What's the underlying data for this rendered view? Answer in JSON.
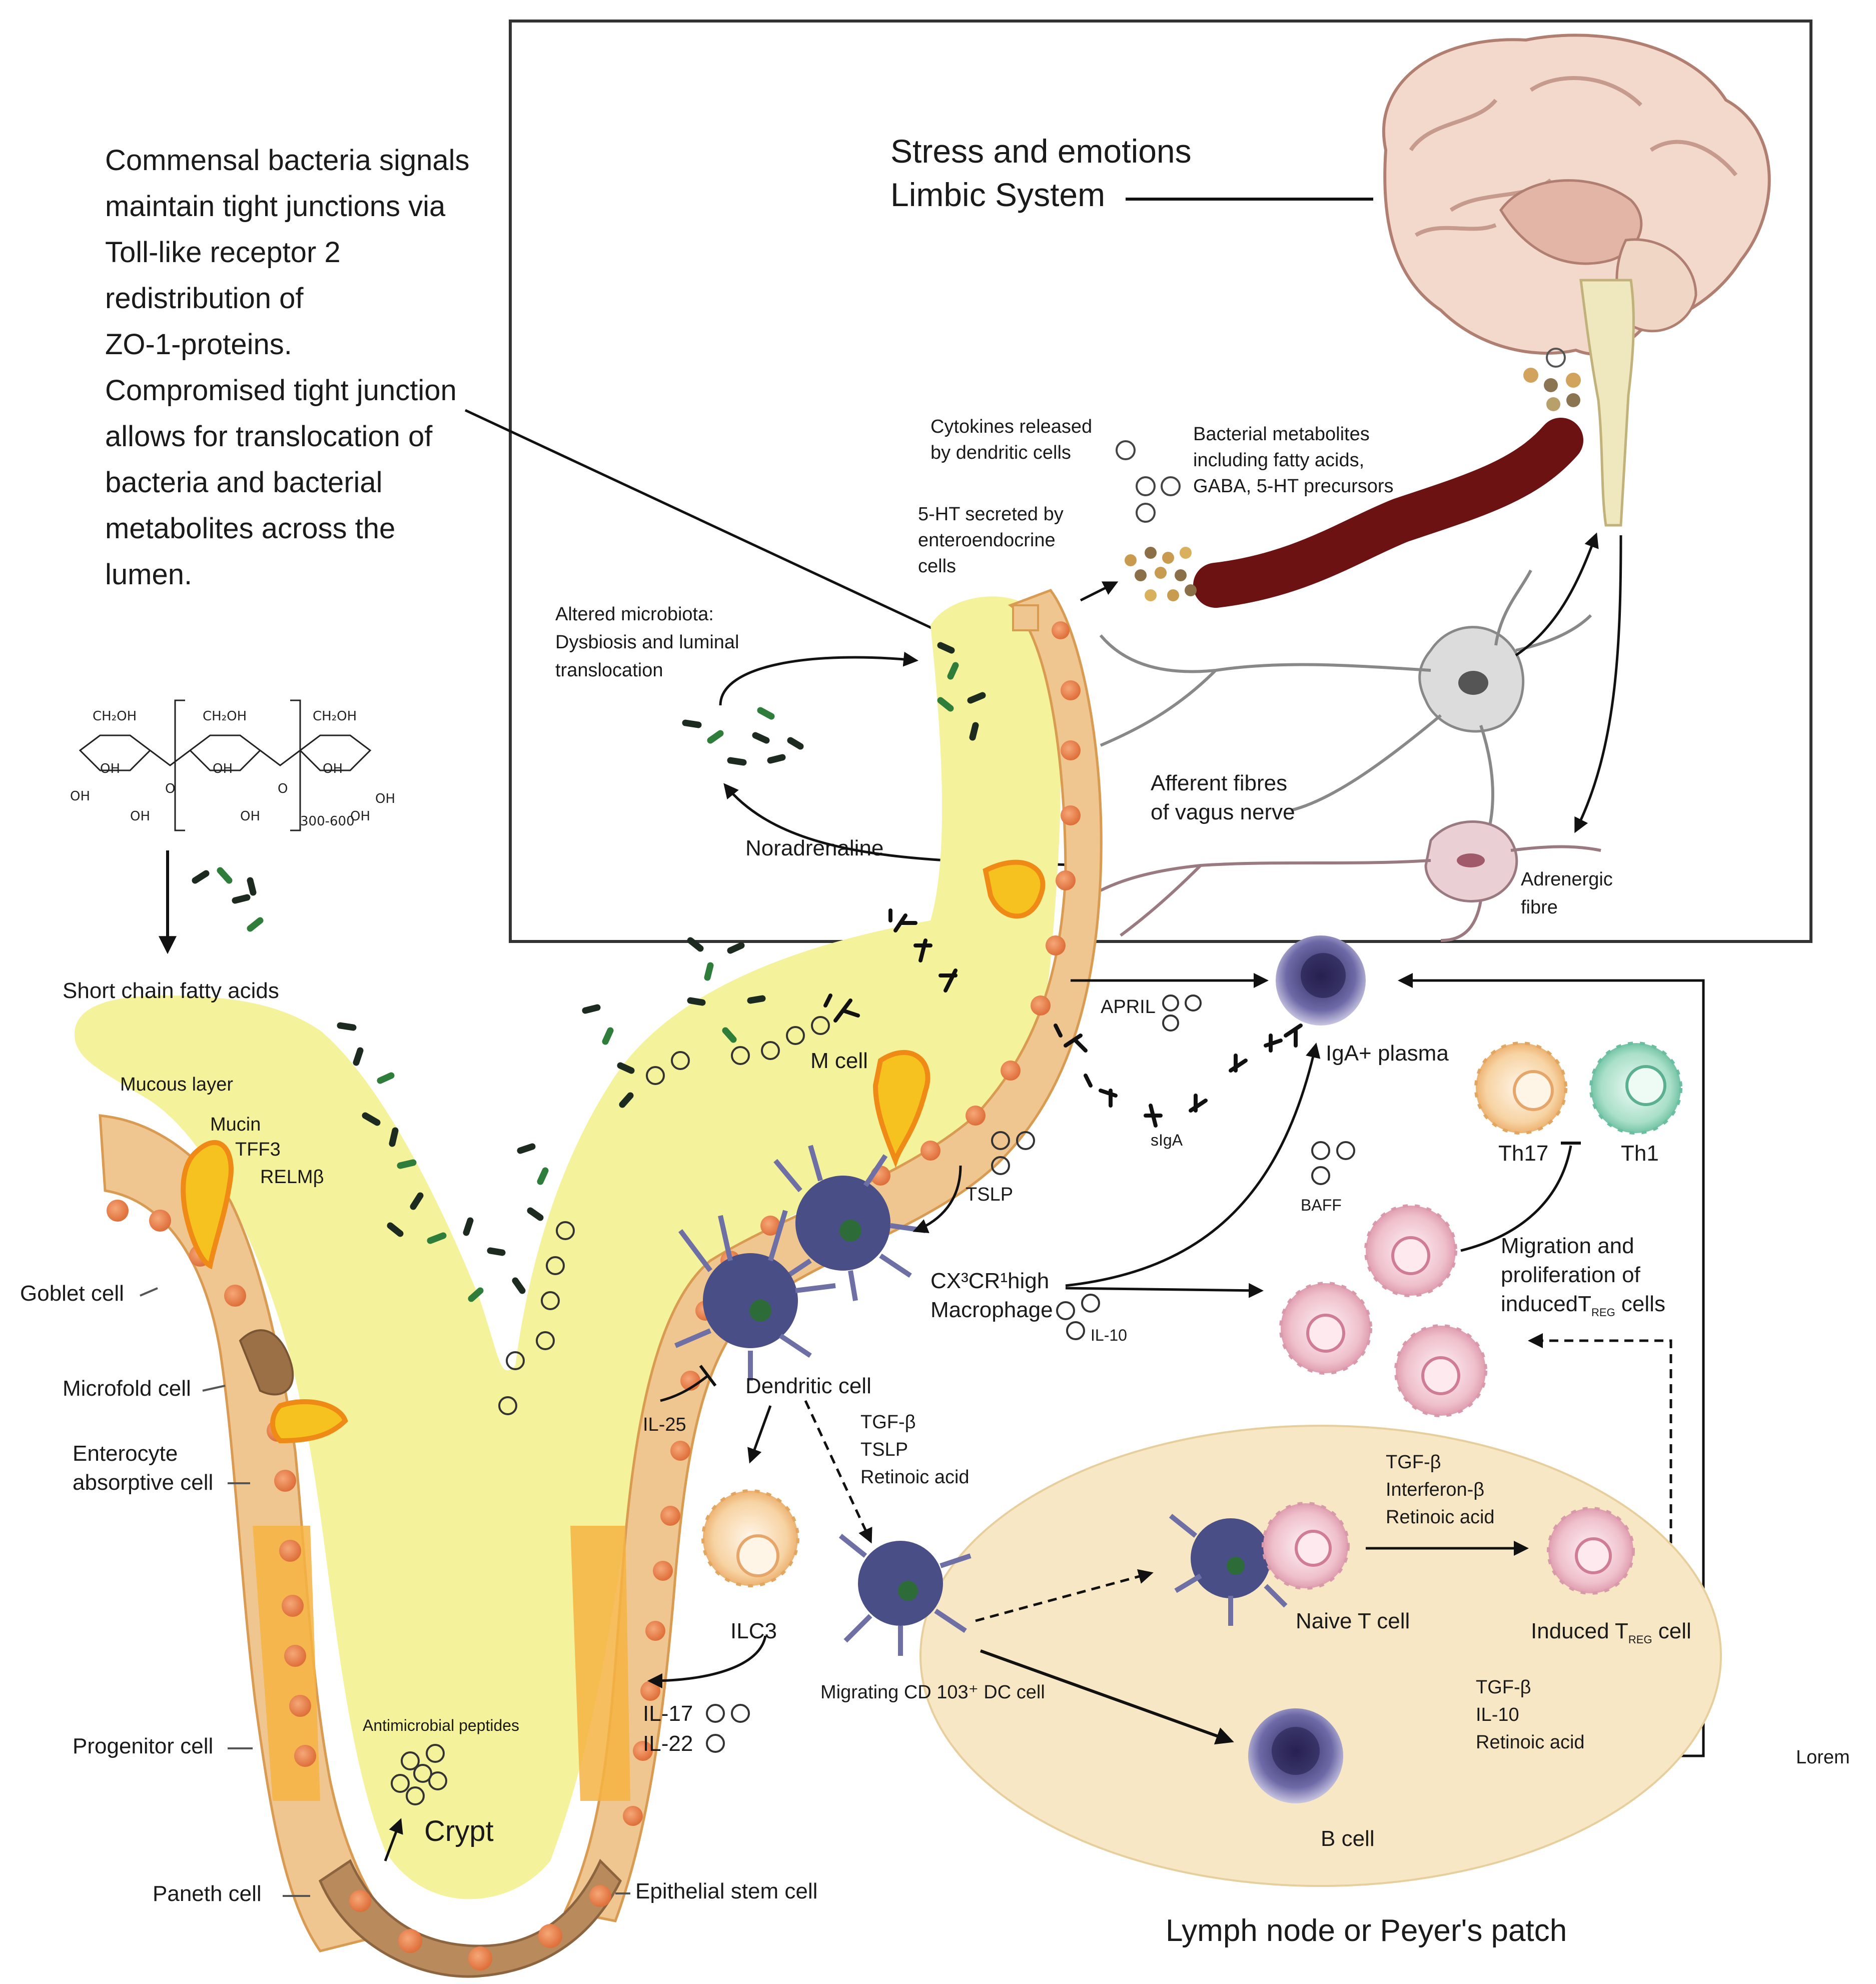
{
  "colors": {
    "lumen": "#f4f39a",
    "epithelium": "#f0c38c",
    "crypt_cell": "#f2b548",
    "nucleus": "#e8834e",
    "paneth": "#b98a5c",
    "mucin": "#f6c21f",
    "mucin_rim": "#f08a16",
    "bacteria_dark": "#1d2a20",
    "bacteria_green": "#2f7d3a",
    "gut_tube": "#7b1616",
    "brain": "#efd2c4",
    "brainstem": "#efe7c0",
    "peyer": "#f7e7c6",
    "dendritic": "#4b4f84",
    "plasma": "#3e3a73",
    "treg": "#f1c7d0",
    "th17": "#f7c98a",
    "th1": "#9ad6bf",
    "neuron": "#d8d8d8",
    "adrenergic": "#ead4d8"
  },
  "text": {
    "commensal_note": [
      "Commensal bacteria signals",
      "maintain tight junctions via",
      "Toll-like receptor 2",
      "redistribution of",
      "ZO-1-proteins.",
      "Compromised tight junction",
      "allows for translocation of",
      "bacteria and bacterial",
      "metabolites across the",
      "lumen."
    ],
    "stress_title_1": "Stress and emotions",
    "stress_title_2": "Limbic System",
    "cytokines_1": "Cytokines released",
    "cytokines_2": "by dendritic cells",
    "metabolites_1": "Bacterial metabolites",
    "metabolites_2": "including  fatty acids,",
    "metabolites_3": "GABA, 5-HT precursors",
    "ht_1": "5-HT secreted by",
    "ht_2": "enteroendocrine",
    "ht_3": "cells",
    "altered_1": "Altered microbiota:",
    "altered_2": "Dysbiosis and luminal",
    "altered_3": "translocation",
    "afferent_1": "Afferent fibres",
    "afferent_2": "of vagus nerve",
    "noradrenaline": "Noradrenaline",
    "adrenergic_1": "Adrenergic",
    "adrenergic_2": "fibre",
    "scfa": "Short chain fatty acids",
    "chem_ch2oh": "CH₂OH",
    "chem_oh": "OH",
    "chem_o": "O",
    "chem_repeat": "300-600",
    "mucous_layer": "Mucous layer",
    "mucin": "Mucin",
    "tff3": "TFF3",
    "relmb": "RELMβ",
    "goblet_cell": "Goblet cell",
    "microfold_cell": "Microfold cell",
    "enterocyte_1": "Enterocyte",
    "enterocyte_2": "absorptive cell",
    "progenitor_cell": "Progenitor cell",
    "paneth_cell": "Paneth cell",
    "epithelial_stem": "Epithelial stem cell",
    "antimicrobial": "Antimicrobial peptides",
    "crypt": "Crypt",
    "m_cell": "M cell",
    "april": "APRIL",
    "siga": "sIgA",
    "iga_plasma": "IgA+ plasma",
    "tslp": "TSLP",
    "baff": "BAFF",
    "th17": "Th17",
    "th1": "Th1",
    "macrophage_1": "CX³CR¹high",
    "macrophage_2": "Macrophage",
    "il10": "IL-10",
    "migration_1": "Migration and",
    "migration_2": "proliferation of",
    "migration_3": "inducedT",
    "migration_reg": "REG",
    "migration_4": " cells",
    "dendritic_cell": "Dendritic cell",
    "il25": "IL-25",
    "tgfb": "TGF-β",
    "tslp2": "TSLP",
    "retinoic": "Retinoic acid",
    "ilc3": "ILC3",
    "il17": "IL-17",
    "il22": "IL-22",
    "migrating_dc": "Migrating CD 103⁺ DC cell",
    "peyer_tgfb": "TGF-β",
    "peyer_ifn": "Interferon-β",
    "peyer_ra": "Retinoic acid",
    "naive_t": "Naive T cell",
    "induced_treg_1": "Induced T",
    "induced_treg_reg": "REG",
    "induced_treg_2": " cell",
    "b_tgfb": "TGF-β",
    "b_il10": "IL-10",
    "b_ra": "Retinoic acid",
    "b_cell": "B cell",
    "lorem": "Lorem",
    "lymph_node": "Lymph node or Peyer's patch"
  }
}
